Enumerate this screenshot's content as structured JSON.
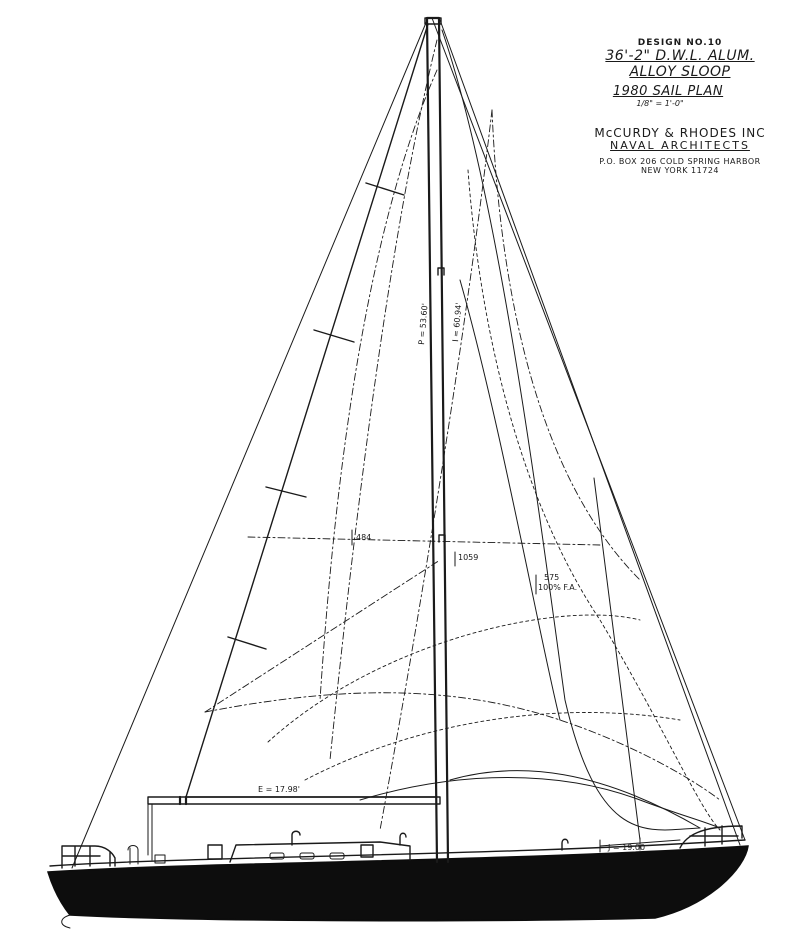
{
  "title_block": {
    "design_no": "DESIGN NO.10",
    "vessel": "36'-2\" D.W.L. ALUM. ALLOY SLOOP",
    "plan": "1980 SAIL PLAN",
    "scale": "1/8\" = 1'-0\"",
    "firm": "McCURDY & RHODES INC",
    "firm_role": "NAVAL ARCHITECTS",
    "address_1": "P.O. BOX 206   COLD SPRING HARBOR",
    "address_2": "NEW YORK 11724"
  },
  "dimensions": {
    "p": "P = 53.60'",
    "i": "I = 60.94'",
    "e": "E = 17.98'",
    "j": "J = 19.00",
    "main_girth": "484",
    "mast_mark": "1059",
    "jib_area_1": "575",
    "jib_area_2": "100% F.A."
  },
  "colors": {
    "ink": "#1a1a1a",
    "hull": "#0d0d0d",
    "paper": "#ffffff"
  }
}
